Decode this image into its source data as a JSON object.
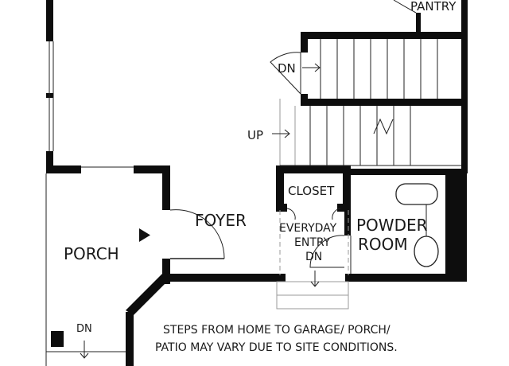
{
  "plan": {
    "rooms": {
      "pantry": "PANTRY",
      "closet": "CLOSET",
      "foyer": "FOYER",
      "porch": "PORCH",
      "powder_line1": "POWDER",
      "powder_line2": "ROOM",
      "entry_line1": "EVERYDAY",
      "entry_line2": "ENTRY",
      "entry_line3": "DN"
    },
    "stairs": {
      "dn_upper": "DN",
      "up": "UP",
      "dn_porch": "DN"
    },
    "note": {
      "line1": "STEPS FROM HOME TO GARAGE/ PORCH/",
      "line2": "PATIO MAY VARY DUE TO SITE CONDITIONS."
    }
  }
}
